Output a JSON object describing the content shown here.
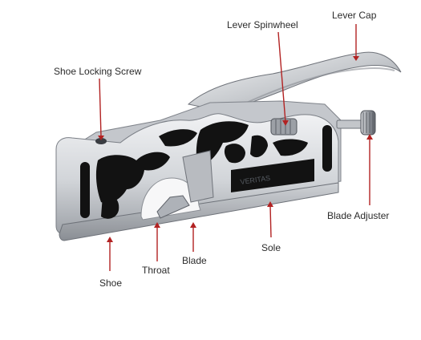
{
  "labels": {
    "lever_cap": "Lever Cap",
    "lever_spinwheel": "Lever Spinwheel",
    "shoe_locking_screw": "Shoe Locking Screw",
    "blade_adjuster": "Blade Adjuster",
    "sole": "Sole",
    "blade": "Blade",
    "throat": "Throat",
    "shoe": "Shoe"
  },
  "sole_engraving": "VERITAS",
  "colors": {
    "leader_line": "#b22222",
    "label_text": "#2b2b2b",
    "metal_light": "#e8e9eb",
    "metal_mid": "#b9bcc1",
    "metal_dark": "#7d8188",
    "insert_black": "#111111"
  }
}
